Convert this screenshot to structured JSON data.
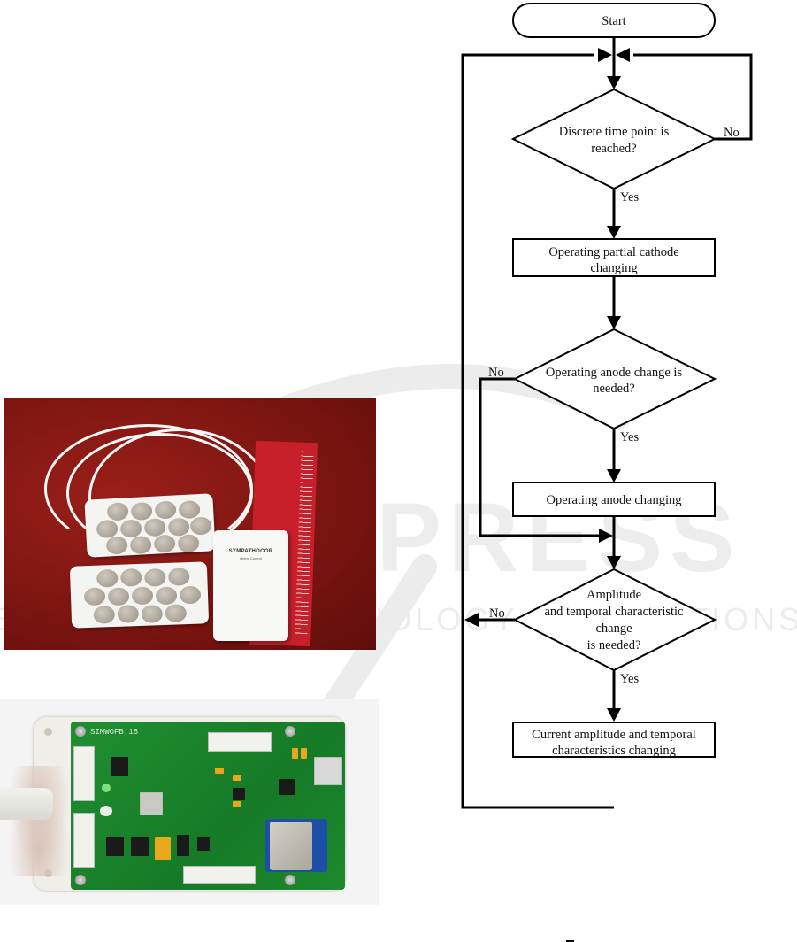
{
  "watermark": {
    "line1": "SCITEPRESS",
    "line2": "SCIENCE AND TECHNOLOGY PUBLICATIONS",
    "color": "#e6e6e6"
  },
  "photos": {
    "device": {
      "description": "Electrode matrices with controller and ruler on red cloth",
      "controller_brand": "SYMPATHOCOR",
      "controller_subtitle": "Orient Control",
      "electrode_pads": [
        {
          "rows": [
            4,
            5,
            4
          ]
        },
        {
          "rows": [
            4,
            5,
            4
          ]
        }
      ],
      "background_color": "#7d1511"
    },
    "pcb": {
      "description": "Controller printed circuit board in open enclosure",
      "board_label": "SIMWOFB:1B",
      "board_color": "#1e8a2e"
    }
  },
  "flowchart": {
    "nodes": {
      "start": {
        "type": "terminator",
        "text": [
          "Start"
        ]
      },
      "d1": {
        "type": "decision",
        "text": [
          "Discrete time point is",
          "reached?"
        ]
      },
      "p1": {
        "type": "process",
        "text": [
          "Operating partial cathode",
          "changing"
        ]
      },
      "d2": {
        "type": "decision",
        "text": [
          "Operating anode change is",
          "needed?"
        ]
      },
      "p2": {
        "type": "process",
        "text": [
          "Operating anode changing"
        ]
      },
      "d3": {
        "type": "decision",
        "text": [
          "Amplitude",
          "and temporal characteristic",
          "change",
          "is needed?"
        ]
      },
      "p3": {
        "type": "process",
        "text": [
          "Current amplitude and temporal",
          "characteristics changing"
        ]
      }
    },
    "edge_labels": {
      "d1_no": "No",
      "d1_yes": "Yes",
      "d2_no": "No",
      "d2_yes": "Yes",
      "d3_no": "No",
      "d3_yes": "Yes"
    },
    "edges": [
      {
        "from": "start",
        "to": "d1"
      },
      {
        "from": "d1",
        "to": "p1",
        "label": "Yes"
      },
      {
        "from": "d1",
        "to": "d1",
        "label": "No"
      },
      {
        "from": "p1",
        "to": "d2"
      },
      {
        "from": "d2",
        "to": "p2",
        "label": "Yes"
      },
      {
        "from": "d2",
        "to": "d3",
        "label": "No"
      },
      {
        "from": "p2",
        "to": "d3"
      },
      {
        "from": "d3",
        "to": "p3",
        "label": "Yes"
      },
      {
        "from": "d3",
        "to": "d1",
        "label": "No"
      },
      {
        "from": "p3",
        "to": "d1"
      }
    ]
  }
}
